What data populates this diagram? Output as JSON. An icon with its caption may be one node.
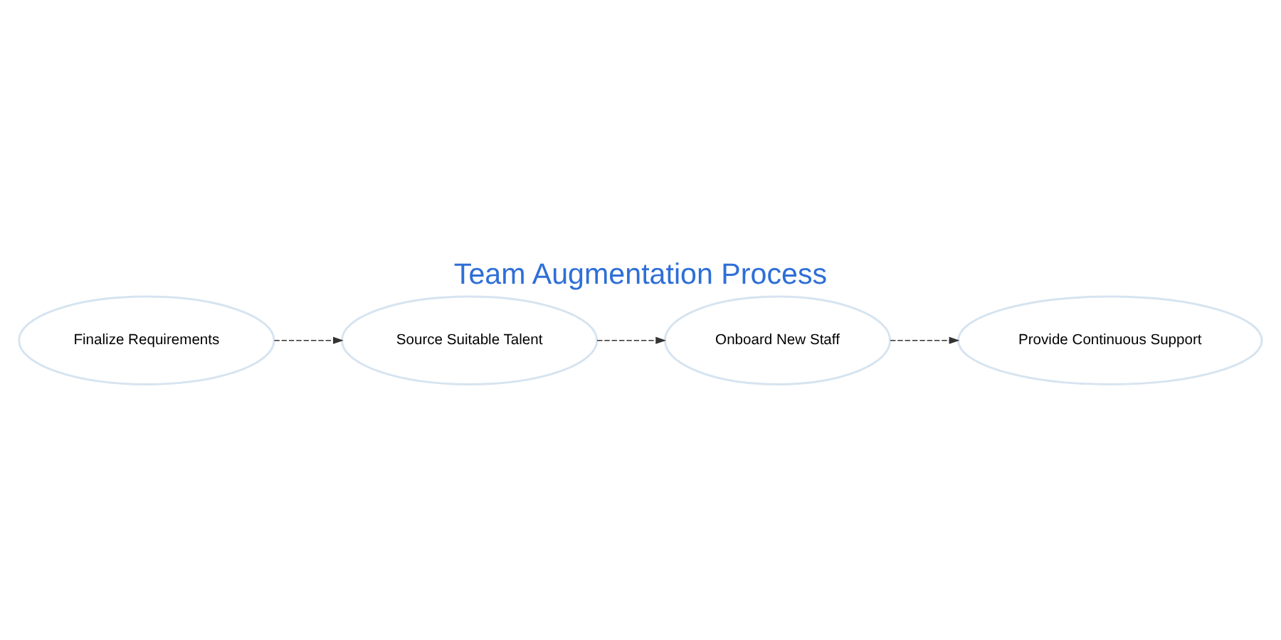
{
  "diagram": {
    "title": "Team Augmentation Process",
    "nodes": [
      {
        "text": [
          "Finalize Requirements"
        ]
      },
      {
        "text": [
          "Source Suitable Talent"
        ]
      },
      {
        "text": [
          "Onboard New Staff"
        ]
      },
      {
        "text": [
          "Provide Continuous Support"
        ]
      }
    ],
    "edges": [
      {
        "from": 0,
        "to": 1,
        "arrow": "to",
        "style": "dashed"
      },
      {
        "from": 1,
        "to": 2,
        "arrow": "to",
        "style": "dashed"
      },
      {
        "from": 2,
        "to": 3,
        "arrow": "to",
        "style": "dashed"
      }
    ]
  }
}
